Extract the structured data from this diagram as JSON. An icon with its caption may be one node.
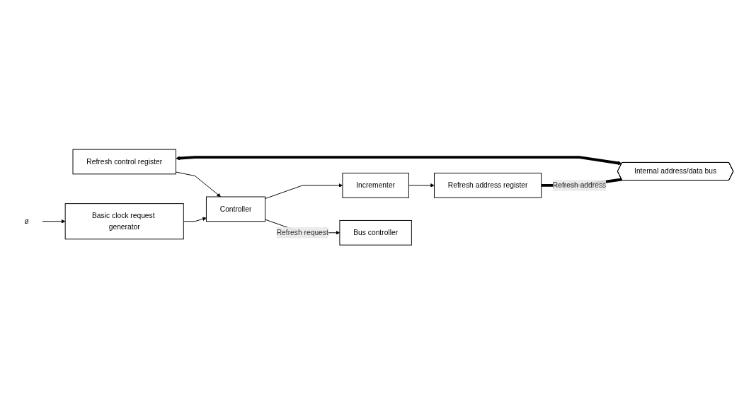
{
  "diagram": {
    "nodes": [
      {
        "text": [
          "Internal address/data bus"
        ]
      },
      {
        "text": [
          "Refresh control register"
        ]
      },
      {
        "text": [
          "Controller"
        ]
      },
      {
        "text": [
          "Basic clock request generator"
        ]
      },
      {
        "text": [
          "ø"
        ]
      },
      {
        "text": [
          "Incrementer"
        ]
      },
      {
        "text": [
          "Refresh address register"
        ]
      },
      {
        "text": [
          "Bus controller"
        ]
      }
    ],
    "edges": [
      {
        "from": 6,
        "to": 0,
        "arrow": "none",
        "label": "Refresh address",
        "style": "thick"
      },
      {
        "from": 1,
        "to": 0,
        "arrow": "both",
        "style": "thick"
      },
      {
        "from": 1,
        "to": 2,
        "arrow": "to"
      },
      {
        "from": 3,
        "to": 2,
        "arrow": "to"
      },
      {
        "from": 4,
        "to": 3,
        "arrow": "to"
      },
      {
        "from": 2,
        "to": 5,
        "arrow": "to"
      },
      {
        "from": 5,
        "to": 6,
        "arrow": "to"
      },
      {
        "from": 2,
        "to": 7,
        "arrow": "to",
        "label": "Refresh request"
      }
    ]
  }
}
